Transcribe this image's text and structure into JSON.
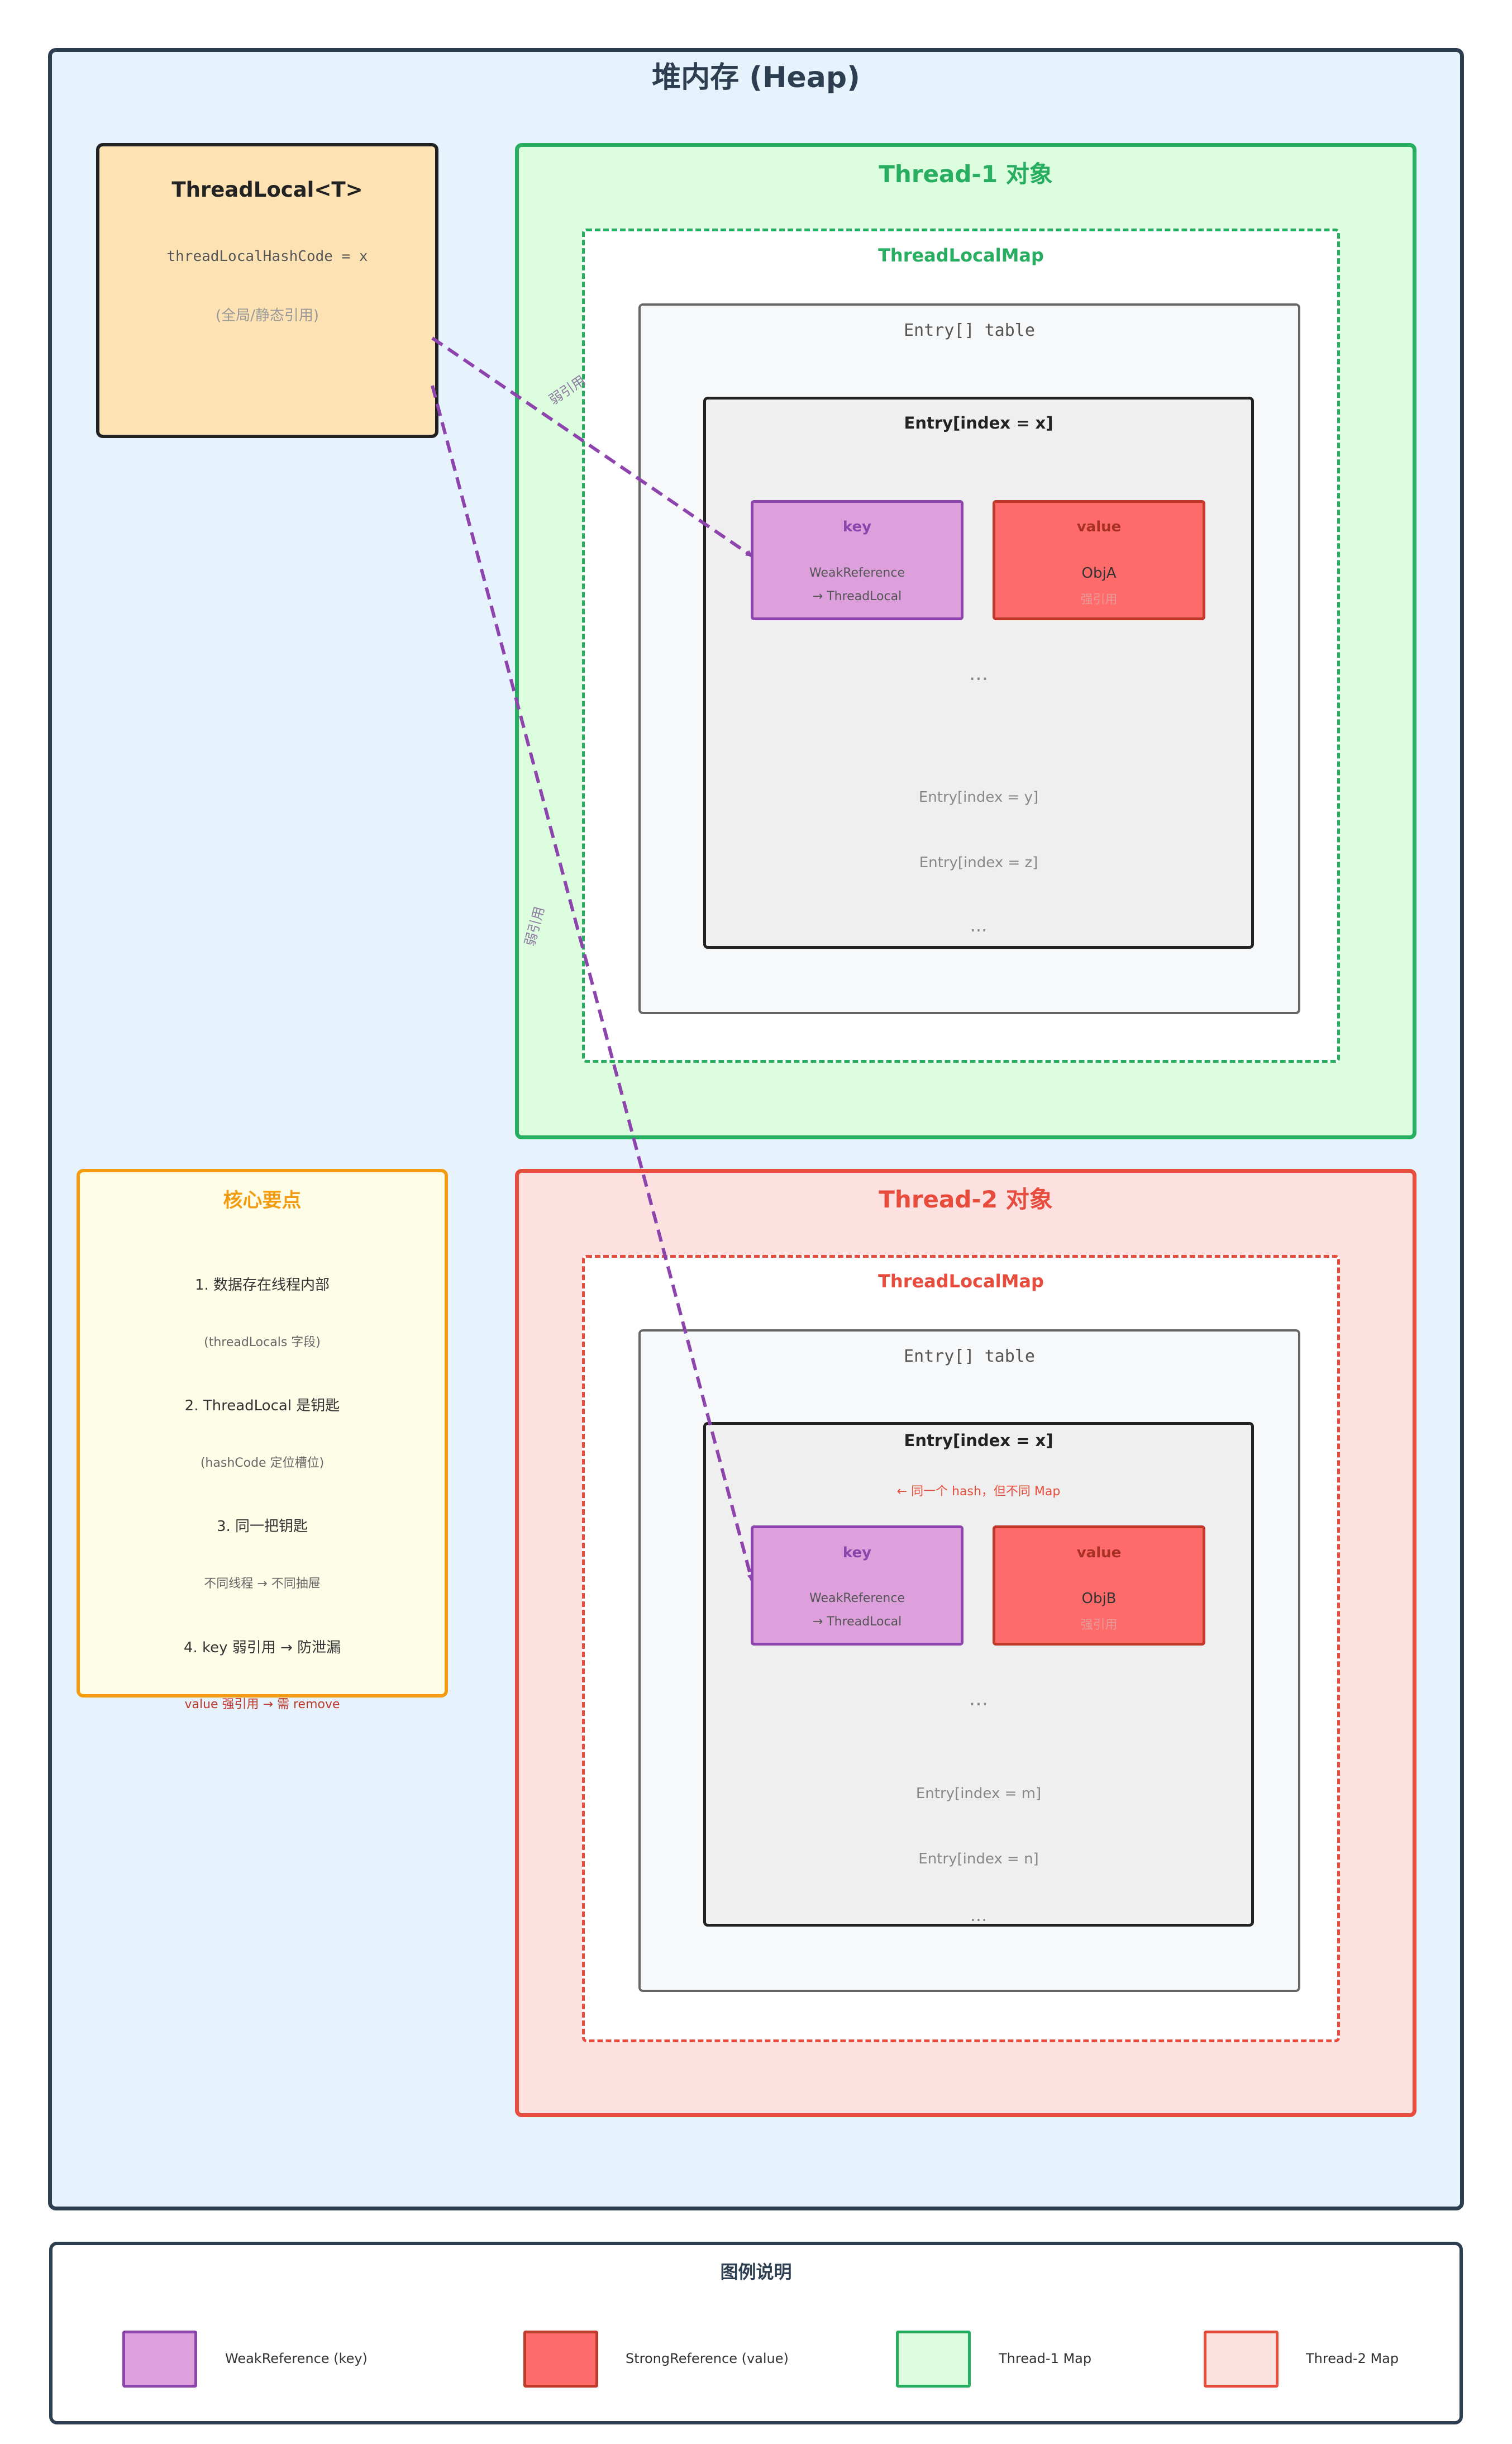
{
  "heap": {
    "title": "堆内存 (Heap)"
  },
  "threadlocal": {
    "title": "ThreadLocal<T>",
    "hash": "threadLocalHashCode = x",
    "note": "(全局/静态引用)"
  },
  "thread1": {
    "title": "Thread-1 对象",
    "map_title": "ThreadLocalMap",
    "table_label": "Entry[] table",
    "entry_title": "Entry[index = x]",
    "key_label": "key",
    "key_line1": "WeakReference",
    "key_line2": "→ ThreadLocal",
    "value_label": "value",
    "value_obj": "ObjA",
    "value_sub": "强引用",
    "ellipsis1": "...",
    "other_entry1": "Entry[index = y]",
    "other_entry2": "Entry[index = z]",
    "ellipsis2": "..."
  },
  "thread2": {
    "title": "Thread-2 对象",
    "map_title": "ThreadLocalMap",
    "table_label": "Entry[] table",
    "entry_title": "Entry[index = x]",
    "entry_note": "← 同一个 hash，但不同 Map",
    "key_label": "key",
    "key_line1": "WeakReference",
    "key_line2": "→ ThreadLocal",
    "value_label": "value",
    "value_obj": "ObjB",
    "value_sub": "强引用",
    "ellipsis1": "...",
    "other_entry1": "Entry[index = m]",
    "other_entry2": "Entry[index = n]",
    "ellipsis2": "..."
  },
  "arrows": {
    "label1": "弱引用",
    "label2": "弱引用"
  },
  "notes": {
    "title": "核心要点",
    "p1": "1. 数据存在线程内部",
    "p1_sub": "(threadLocals 字段)",
    "p2": "2. ThreadLocal 是钥匙",
    "p2_sub": "(hashCode 定位槽位)",
    "p3": "3. 同一把钥匙",
    "p3_sub": "不同线程 → 不同抽屉",
    "p4": "4. key 弱引用 → 防泄漏",
    "p4_sub": "value 强引用 → 需 remove"
  },
  "legend": {
    "title": "图例说明",
    "items": [
      {
        "label": "WeakReference (key)",
        "fill": "#dda0dd",
        "stroke": "#8e44ad"
      },
      {
        "label": "StrongReference (value)",
        "fill": "#ff6b6b",
        "stroke": "#c0392b"
      },
      {
        "label": "Thread-1 Map",
        "fill": "#dcfedf",
        "stroke": "#27ae60"
      },
      {
        "label": "Thread-2 Map",
        "fill": "#fde0e0",
        "stroke": "#e74c3c"
      }
    ]
  },
  "colors": {
    "weak_arrow": "#8e44ad",
    "thread1": "#27ae60",
    "thread2": "#e74c3c",
    "notes_accent": "#f39c12"
  }
}
